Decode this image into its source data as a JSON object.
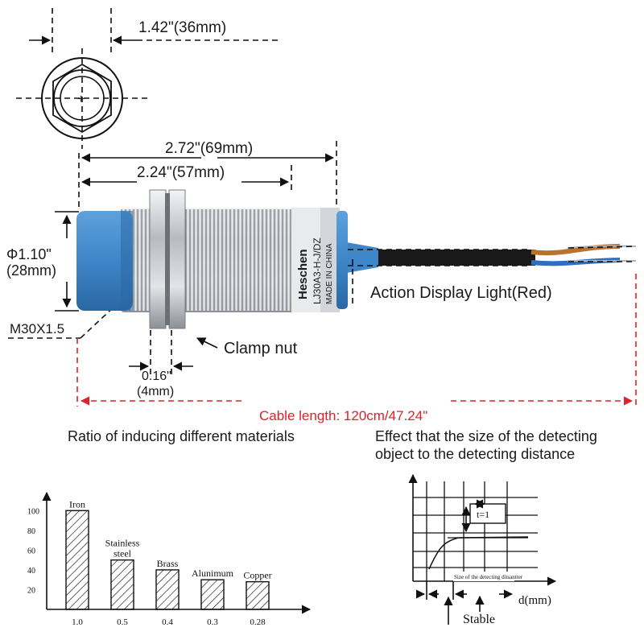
{
  "dimensions": {
    "face_width": "1.42\"(36mm)",
    "total_length": "2.72\"(69mm)",
    "thread_length": "2.24\"(57mm)",
    "diameter_line1": "Φ1.10\"",
    "diameter_line2": "(28mm)",
    "thread_spec": "M30X1.5",
    "nut_line1": "0.16\"",
    "nut_line2": "(4mm)",
    "clamp_nut": "Clamp nut",
    "indicator": "Action Display Light(Red)",
    "cable_length": "Cable length: 120cm/47.24\""
  },
  "sensor_body": {
    "brand": "Heschen",
    "model": "LJ30A3-H-J/DZ",
    "origin": "MADE IN CHINA",
    "body_color": "#3f86c8",
    "cable_color": "#1a1a1a",
    "wire_colors": [
      "#b87333",
      "#2f6fc0"
    ]
  },
  "colors": {
    "accent_red": "#e0202a",
    "sensor_blue": "#3f86c8"
  },
  "materials_chart": {
    "heading": "Ratio of inducing different materials",
    "chart_data": {
      "type": "bar",
      "categories": [
        "Iron",
        "Stainless steel",
        "Brass",
        "Alunimum",
        "Copper"
      ],
      "category_lines": [
        [
          "Iron"
        ],
        [
          "Stainless",
          "steel"
        ],
        [
          "Brass"
        ],
        [
          "Alunimum"
        ],
        [
          "Copper"
        ]
      ],
      "x_ticks": [
        "1.0",
        "0.5",
        "0.4",
        "0.3",
        "0.28"
      ],
      "values": [
        100,
        50,
        40,
        30,
        28
      ],
      "y_ticks": [
        "100",
        "80",
        "60",
        "40",
        "20"
      ],
      "ylim": [
        0,
        110
      ],
      "grid": false
    }
  },
  "distance_chart": {
    "heading_line1": "Effect that the size of the detecting",
    "heading_line2": "object to the detecting distance",
    "t_label": "t=1",
    "curve_label": "Size of the detecting ditsantter",
    "x_label": "d(mm)",
    "stable_label": "Stable"
  }
}
